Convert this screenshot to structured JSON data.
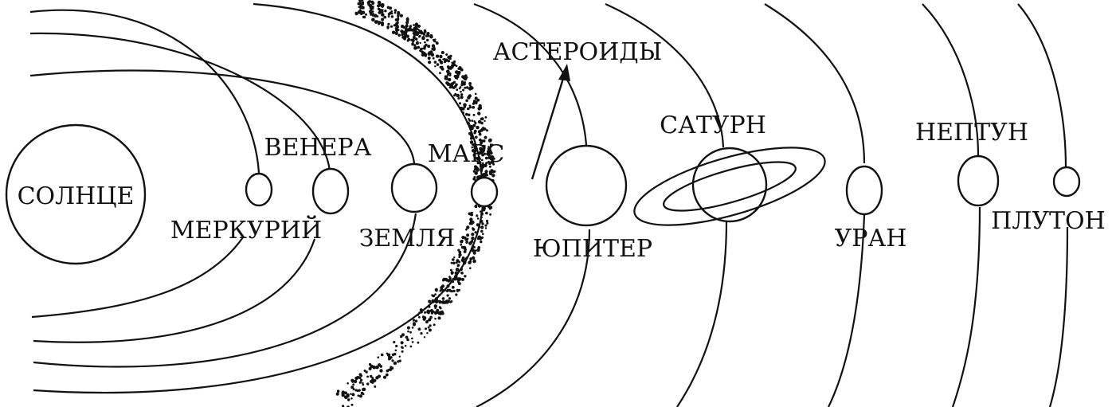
{
  "labels": {
    "sun": "СОЛНЦЕ",
    "mercury": "МЕРКУРИЙ",
    "venus": "ВЕНЕРА",
    "earth": "ЗЕМЛЯ",
    "mars": "МАРС",
    "asteroids": "АСТЕРОИДЫ",
    "jupiter": "ЮПИТЕР",
    "saturn": "САТУРН",
    "uranus": "УРАН",
    "neptune": "НЕПТУН",
    "pluto": "ПЛУТОН"
  },
  "colors": {
    "ink": "#111111",
    "background": "#ffffff"
  }
}
